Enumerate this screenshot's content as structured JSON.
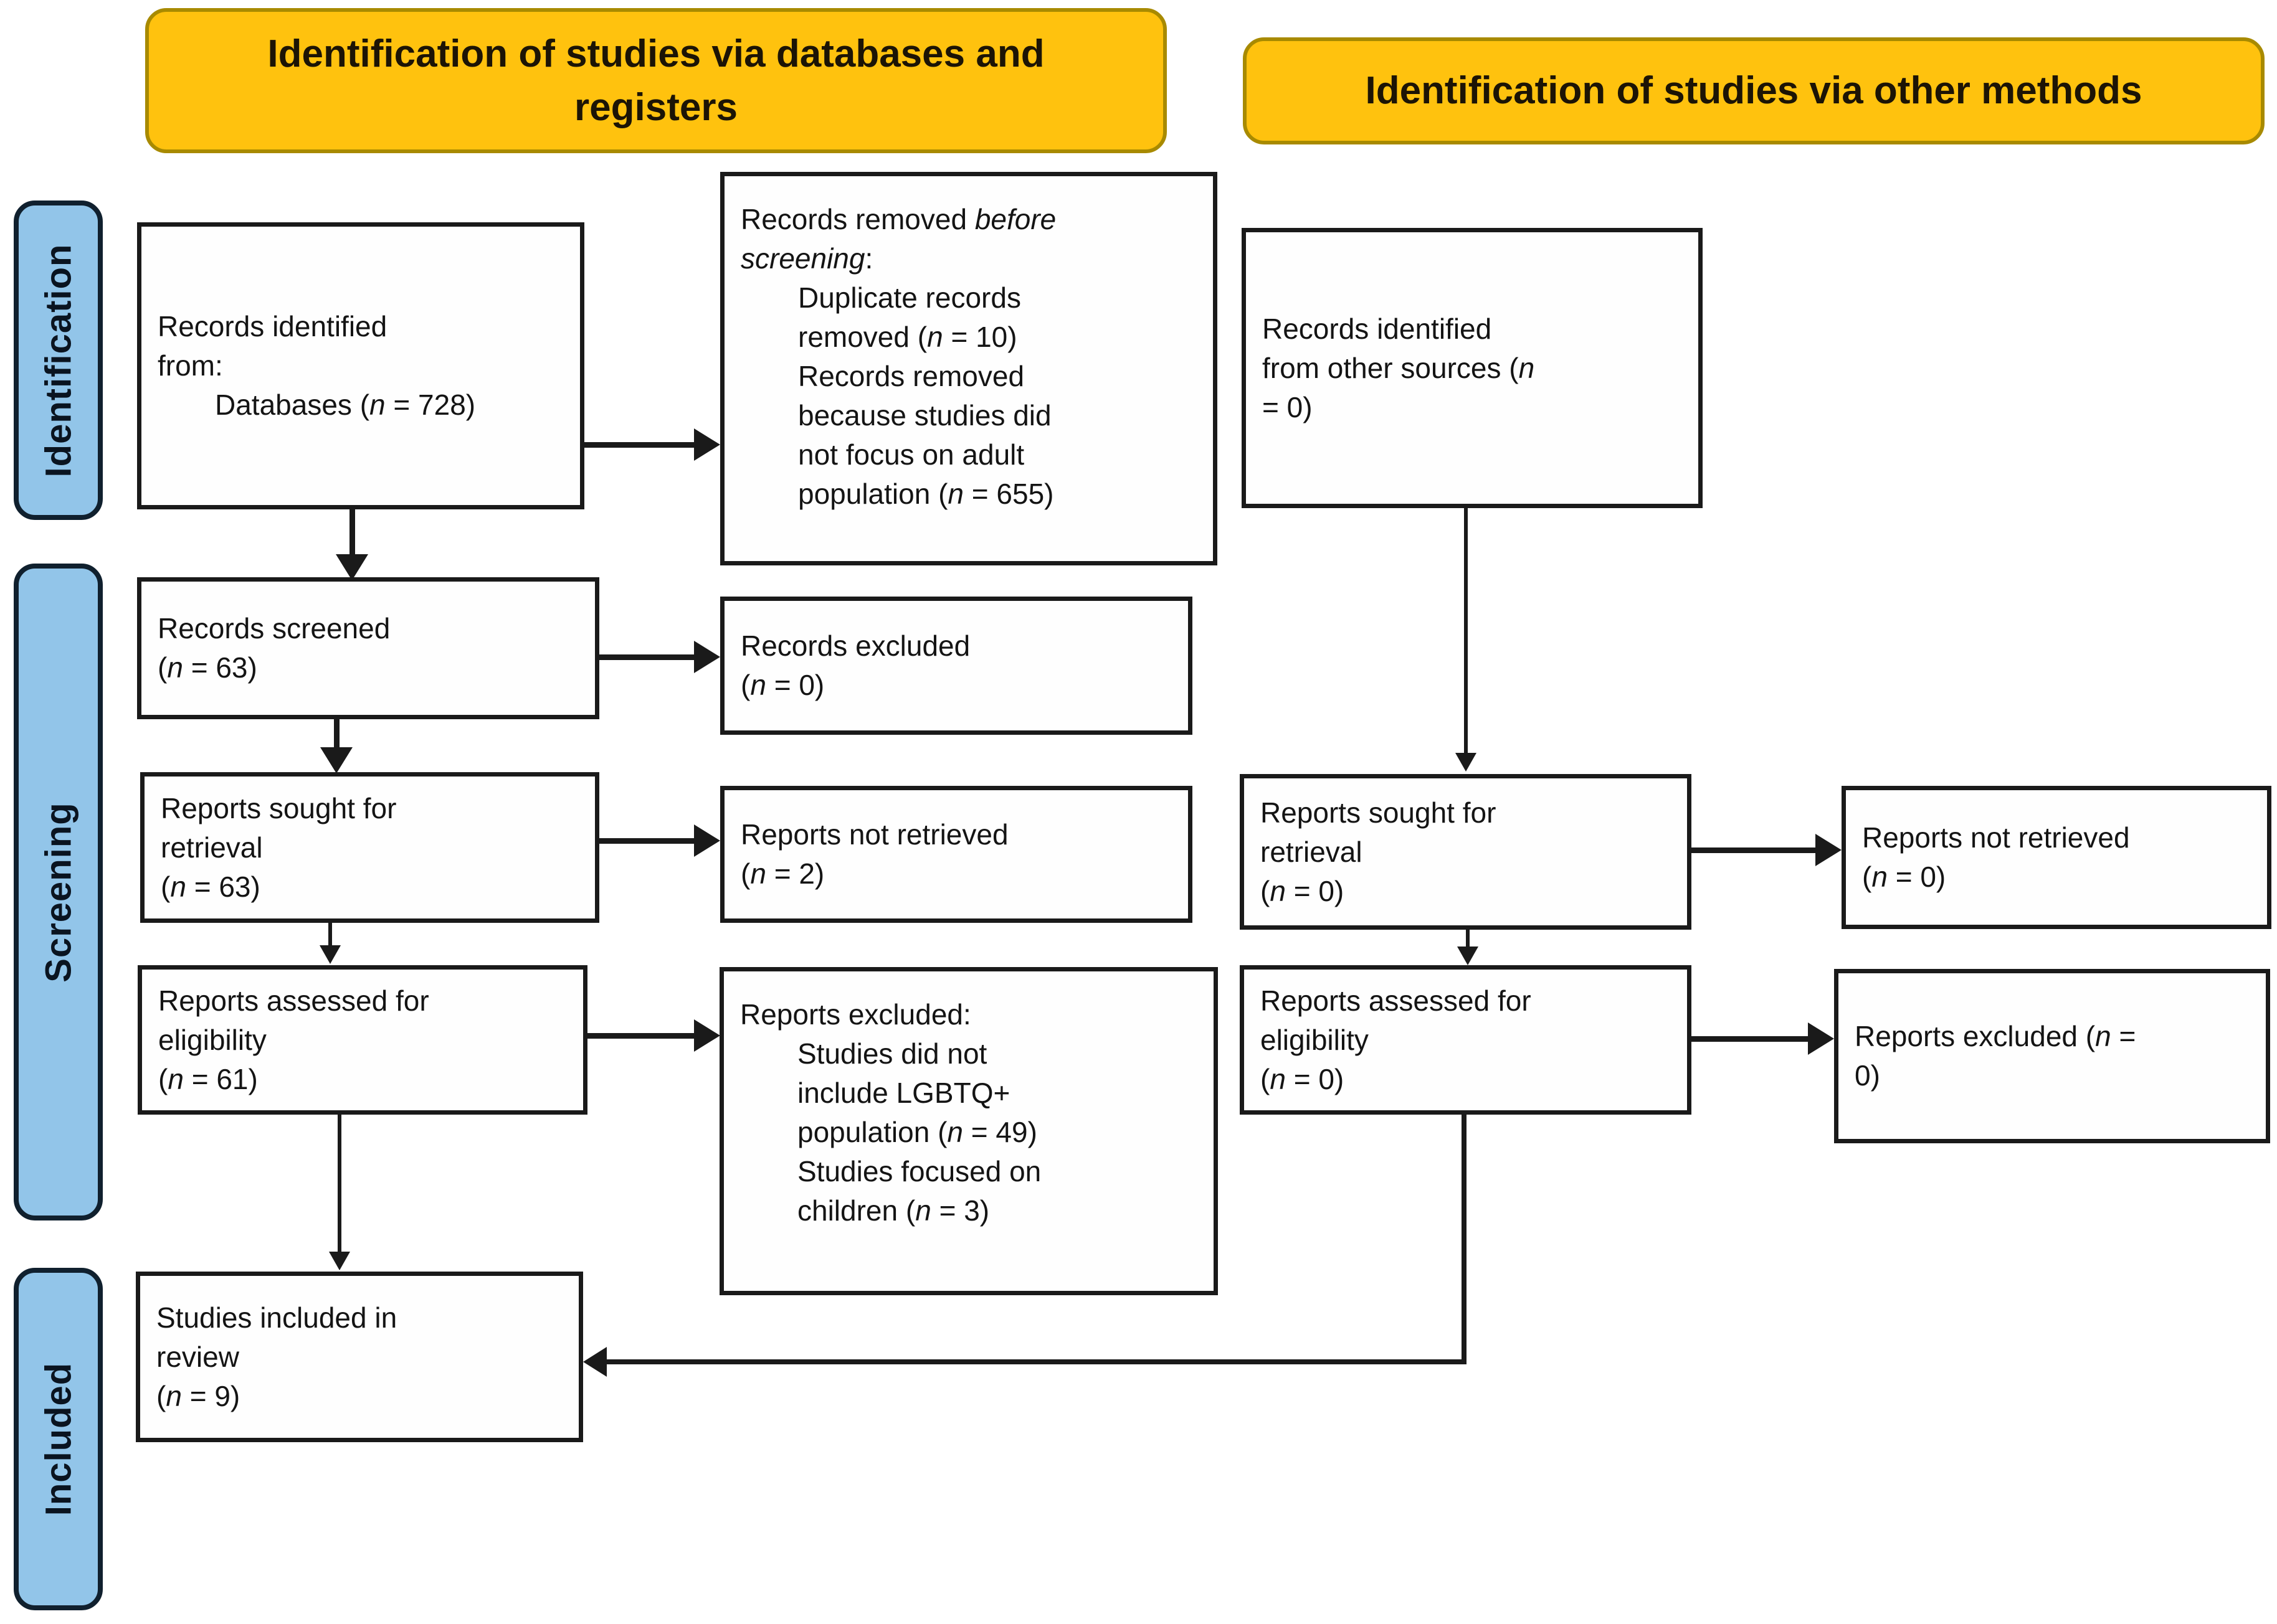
{
  "headers": {
    "left": "Identification of studies via databases and registers",
    "right": "Identification of studies via other methods"
  },
  "sidebar": {
    "identification": "Identification",
    "screening": "Screening",
    "included": "Included"
  },
  "boxes": {
    "records_identified": {
      "lines": [
        {
          "indent": 0,
          "segs": [
            {
              "t": "Records identified"
            }
          ]
        },
        {
          "indent": 0,
          "segs": [
            {
              "t": "from:"
            }
          ]
        },
        {
          "indent": 1,
          "segs": [
            {
              "t": "Databases ("
            },
            {
              "t": "n",
              "i": true
            },
            {
              "t": " = 728)"
            }
          ]
        }
      ]
    },
    "records_removed": {
      "lines": [
        {
          "indent": 0,
          "segs": [
            {
              "t": "Records removed "
            },
            {
              "t": "before",
              "i": true
            }
          ]
        },
        {
          "indent": 0,
          "segs": [
            {
              "t": "screening",
              "i": true
            },
            {
              "t": ":"
            }
          ]
        },
        {
          "indent": 1,
          "segs": [
            {
              "t": "Duplicate records"
            }
          ]
        },
        {
          "indent": 1,
          "segs": [
            {
              "t": "removed ("
            },
            {
              "t": "n",
              "i": true
            },
            {
              "t": " = 10)"
            }
          ]
        },
        {
          "indent": 1,
          "segs": [
            {
              "t": "Records removed"
            }
          ]
        },
        {
          "indent": 1,
          "segs": [
            {
              "t": "because studies did"
            }
          ]
        },
        {
          "indent": 1,
          "segs": [
            {
              "t": "not focus on adult"
            }
          ]
        },
        {
          "indent": 1,
          "segs": [
            {
              "t": "population ("
            },
            {
              "t": "n",
              "i": true
            },
            {
              "t": " = 655)"
            }
          ]
        }
      ]
    },
    "records_screened": {
      "lines": [
        {
          "indent": 0,
          "segs": [
            {
              "t": "Records screened"
            }
          ]
        },
        {
          "indent": 0,
          "segs": [
            {
              "t": "("
            },
            {
              "t": "n",
              "i": true
            },
            {
              "t": " = 63)"
            }
          ]
        }
      ]
    },
    "records_excluded": {
      "lines": [
        {
          "indent": 0,
          "segs": [
            {
              "t": "Records excluded"
            }
          ]
        },
        {
          "indent": 0,
          "segs": [
            {
              "t": "("
            },
            {
              "t": "n",
              "i": true
            },
            {
              "t": " = 0)"
            }
          ]
        }
      ]
    },
    "reports_sought_db": {
      "lines": [
        {
          "indent": 0,
          "segs": [
            {
              "t": "Reports sought for"
            }
          ]
        },
        {
          "indent": 0,
          "segs": [
            {
              "t": "retrieval"
            }
          ]
        },
        {
          "indent": 0,
          "segs": [
            {
              "t": "("
            },
            {
              "t": "n",
              "i": true
            },
            {
              "t": " = 63)"
            }
          ]
        }
      ]
    },
    "reports_not_retrieved_db": {
      "lines": [
        {
          "indent": 0,
          "segs": [
            {
              "t": "Reports not retrieved"
            }
          ]
        },
        {
          "indent": 0,
          "segs": [
            {
              "t": "("
            },
            {
              "t": "n",
              "i": true
            },
            {
              "t": " = 2)"
            }
          ]
        }
      ]
    },
    "reports_assessed_db": {
      "lines": [
        {
          "indent": 0,
          "segs": [
            {
              "t": "Reports assessed for"
            }
          ]
        },
        {
          "indent": 0,
          "segs": [
            {
              "t": "eligibility"
            }
          ]
        },
        {
          "indent": 0,
          "segs": [
            {
              "t": "("
            },
            {
              "t": "n",
              "i": true
            },
            {
              "t": " = 61)"
            }
          ]
        }
      ]
    },
    "reports_excluded_detail": {
      "lines": [
        {
          "indent": 0,
          "segs": [
            {
              "t": "Reports excluded:"
            }
          ]
        },
        {
          "indent": 1,
          "segs": [
            {
              "t": "Studies did not"
            }
          ]
        },
        {
          "indent": 1,
          "segs": [
            {
              "t": "include LGBTQ+"
            }
          ]
        },
        {
          "indent": 1,
          "segs": [
            {
              "t": "population ("
            },
            {
              "t": "n",
              "i": true
            },
            {
              "t": " = 49)"
            }
          ]
        },
        {
          "indent": 1,
          "segs": [
            {
              "t": "Studies focused on"
            }
          ]
        },
        {
          "indent": 1,
          "segs": [
            {
              "t": "children ("
            },
            {
              "t": "n",
              "i": true
            },
            {
              "t": " = 3)"
            }
          ]
        }
      ]
    },
    "studies_included": {
      "lines": [
        {
          "indent": 0,
          "segs": [
            {
              "t": "Studies included in"
            }
          ]
        },
        {
          "indent": 0,
          "segs": [
            {
              "t": "review"
            }
          ]
        },
        {
          "indent": 0,
          "segs": [
            {
              "t": "("
            },
            {
              "t": "n",
              "i": true
            },
            {
              "t": " = 9)"
            }
          ]
        }
      ]
    },
    "records_other_sources": {
      "lines": [
        {
          "indent": 0,
          "segs": [
            {
              "t": "Records identified"
            }
          ]
        },
        {
          "indent": 0,
          "segs": [
            {
              "t": "from other sources ("
            },
            {
              "t": "n",
              "i": true
            }
          ]
        },
        {
          "indent": 0,
          "segs": [
            {
              "t": "= 0)"
            }
          ]
        }
      ]
    },
    "reports_sought_other": {
      "lines": [
        {
          "indent": 0,
          "segs": [
            {
              "t": "Reports sought for"
            }
          ]
        },
        {
          "indent": 0,
          "segs": [
            {
              "t": "retrieval"
            }
          ]
        },
        {
          "indent": 0,
          "segs": [
            {
              "t": "("
            },
            {
              "t": "n",
              "i": true
            },
            {
              "t": " = 0)"
            }
          ]
        }
      ]
    },
    "reports_not_retrieved_other": {
      "lines": [
        {
          "indent": 0,
          "segs": [
            {
              "t": "Reports not retrieved"
            }
          ]
        },
        {
          "indent": 0,
          "segs": [
            {
              "t": "("
            },
            {
              "t": "n",
              "i": true
            },
            {
              "t": " = 0)"
            }
          ]
        }
      ]
    },
    "reports_assessed_other": {
      "lines": [
        {
          "indent": 0,
          "segs": [
            {
              "t": "Reports assessed for"
            }
          ]
        },
        {
          "indent": 0,
          "segs": [
            {
              "t": "eligibility"
            }
          ]
        },
        {
          "indent": 0,
          "segs": [
            {
              "t": "("
            },
            {
              "t": "n",
              "i": true
            },
            {
              "t": " = 0)"
            }
          ]
        }
      ]
    },
    "reports_excluded_other": {
      "lines": [
        {
          "indent": 0,
          "segs": [
            {
              "t": "Reports excluded ("
            },
            {
              "t": "n",
              "i": true
            },
            {
              "t": " ="
            }
          ]
        },
        {
          "indent": 0,
          "segs": [
            {
              "t": "0)"
            }
          ]
        }
      ]
    }
  },
  "colors": {
    "header_bg": "#FFC20E",
    "header_border": "#A88A00",
    "sidebar_bg": "#92C5E9",
    "sidebar_border": "#10202E",
    "box_border": "#1A1A1A",
    "arrow": "#1A1A1A",
    "text": "#141414"
  }
}
